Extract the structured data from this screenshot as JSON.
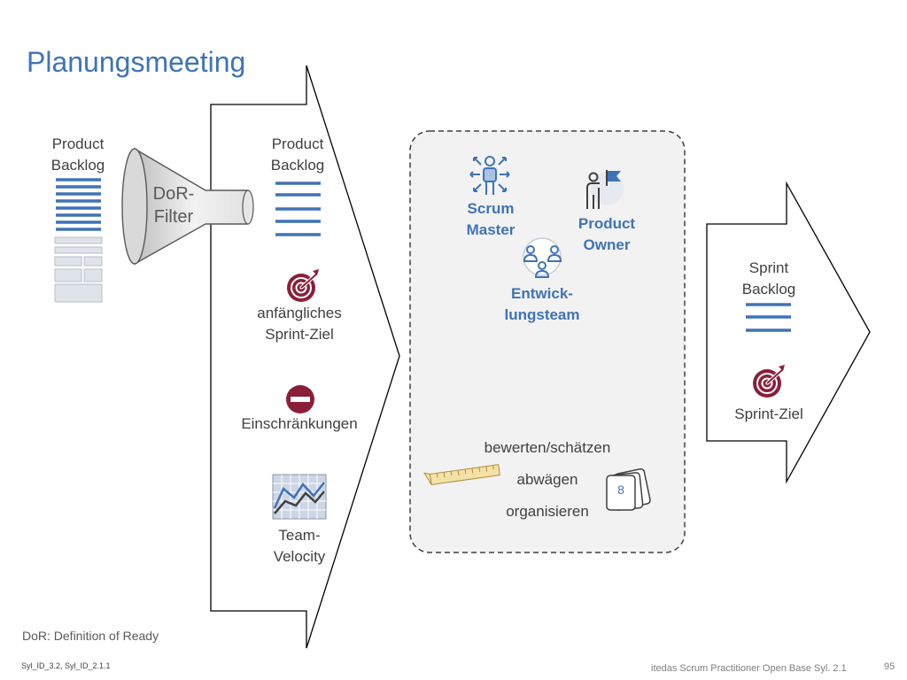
{
  "title": "Planungsmeeting",
  "left": {
    "backlog_label_line1": "Product",
    "backlog_label_line2": "Backlog",
    "filter_line1": "DoR-",
    "filter_line2": "Filter"
  },
  "inputs": {
    "backlog_label_line1": "Product",
    "backlog_label_line2": "Backlog",
    "goal_line1": "anfängliches",
    "goal_line2": "Sprint-Ziel",
    "constraints": "Einschränkungen",
    "velocity_line1": "Team-",
    "velocity_line2": "Velocity"
  },
  "roles": {
    "scrum_master_line1": "Scrum",
    "scrum_master_line2": "Master",
    "product_owner_line1": "Product",
    "product_owner_line2": "Owner",
    "dev_team_line1": "Entwick-",
    "dev_team_line2": "lungsteam"
  },
  "activities": {
    "item1": "bewerten/schätzen",
    "item2": "abwägen",
    "item3": "organisieren",
    "card_value": "8"
  },
  "outputs": {
    "backlog_line1": "Sprint",
    "backlog_line2": "Backlog",
    "goal": "Sprint-Ziel"
  },
  "footnote": "DoR: Definition of Ready",
  "footer": {
    "ids": "Syl_ID_3.2, Syl_ID_2.1.1",
    "source": "itedas Scrum Practitioner Open Base Syl. 2.1",
    "page": "95"
  },
  "colors": {
    "accent_blue": "#3f73b6",
    "maroon": "#8a1f3a",
    "gray_box": "#f2f2f2"
  }
}
